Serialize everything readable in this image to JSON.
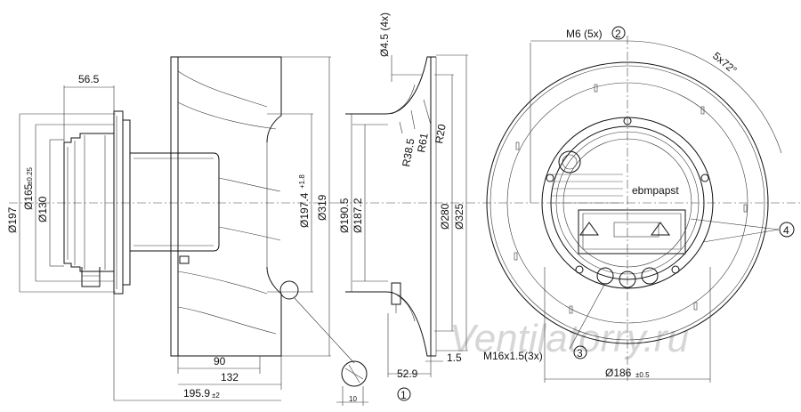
{
  "side_view": {
    "dims": {
      "d197": "Ø197",
      "d165": "Ø165",
      "d165_tol": "±0.25",
      "d130": "Ø130",
      "w56_5": "56.5",
      "d197_4": "Ø197.4",
      "d197_4_tol": "+1.8",
      "d319": "Ø319",
      "l90": "90",
      "l132": "132",
      "l195_9": "195.9",
      "l195_9_tol": "±2",
      "l10": "10"
    }
  },
  "section_view": {
    "dims": {
      "d4_5": "Ø4.5 (4x)",
      "r38_5": "R38.5",
      "r61": "R61",
      "r20": "R20",
      "d190_5": "Ø190.5",
      "d187_2": "Ø187.2",
      "d280": "Ø280",
      "d325": "Ø325",
      "l52_9": "52.9",
      "l1_5": "1.5"
    }
  },
  "front_view": {
    "dims": {
      "m6": "M6 (5x)",
      "angle": "5x72°",
      "m16": "M16x1.5(3x)",
      "d186": "Ø186",
      "d186_tol": "±0.5"
    },
    "brand": "ebmpapst"
  },
  "callouts": [
    "1",
    "2",
    "3",
    "4"
  ],
  "watermark": "Ventilatorry.ru"
}
